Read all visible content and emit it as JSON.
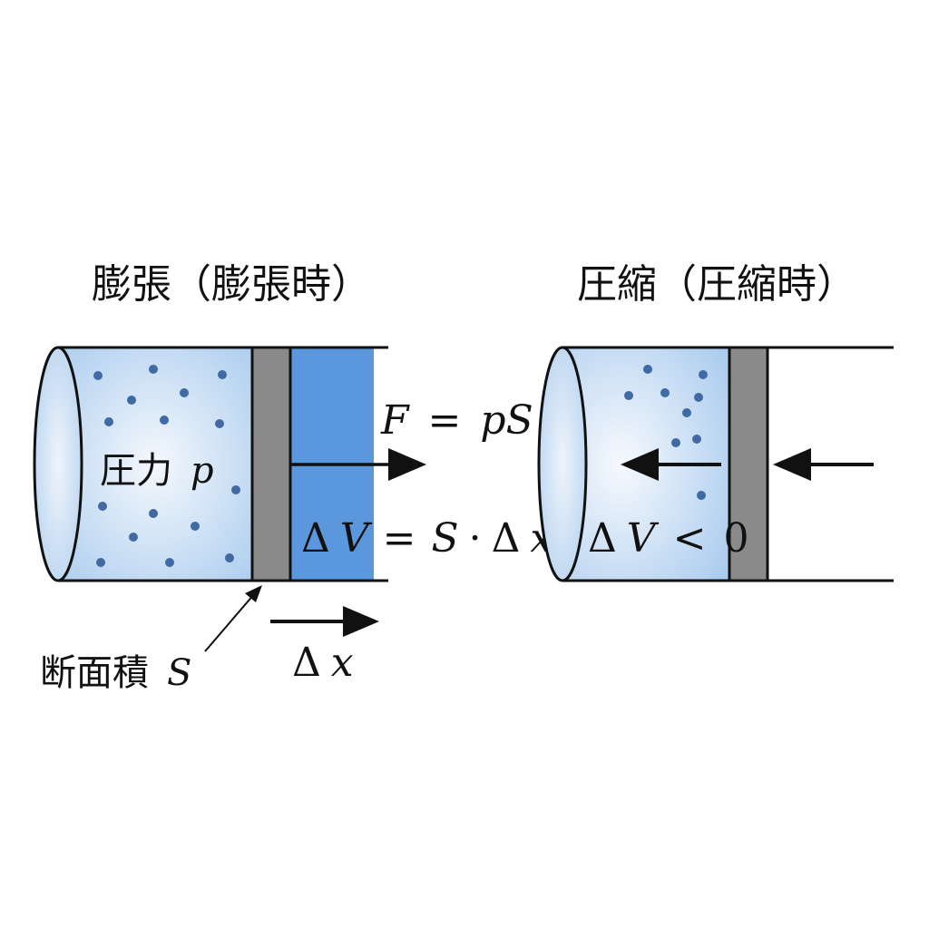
{
  "expansion": {
    "title": "膨張（膨張時）",
    "pressure_label": "圧力",
    "pressure_symbol": "p",
    "force_lhs": "F",
    "force_eq": "=",
    "force_rhs": "pS",
    "dv_delta": "Δ",
    "dv_sym": "V",
    "dv_eq": "=",
    "dv_rhs_s": "S",
    "dv_dot": "·",
    "dv_rhs_delta": "Δ",
    "dv_rhs_x": "x",
    "area_label": "断面積",
    "area_symbol": "S",
    "dx_delta": "Δ",
    "dx_x": "x"
  },
  "compression": {
    "title": "圧縮（圧縮時）",
    "dv_delta": "Δ",
    "dv_sym": "V",
    "dv_rel": "<",
    "dv_value": "0"
  },
  "colors": {
    "gas_center": "#f4f8fc",
    "gas_edge": "#a9cbee",
    "swept_volume": "#5b97dc",
    "piston": "#8a8a8a",
    "particle": "#3f6aa3",
    "outline": "#111111"
  }
}
